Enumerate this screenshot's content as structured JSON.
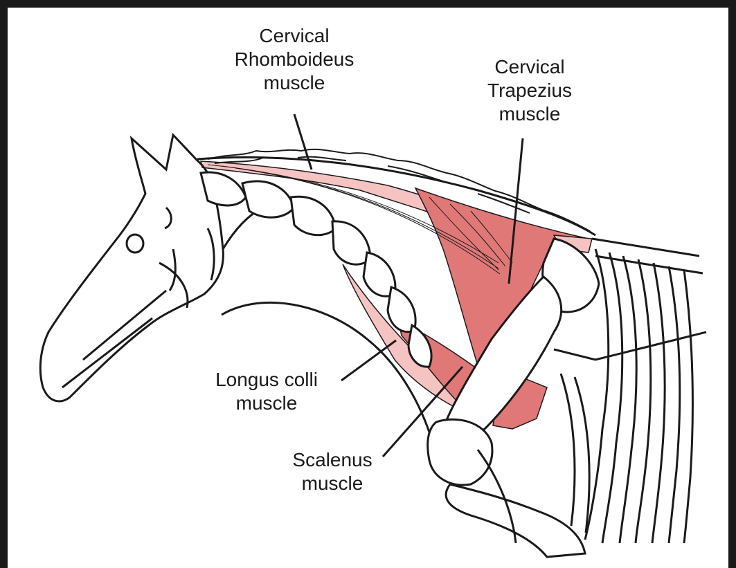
{
  "labels": {
    "rhomboideus": {
      "line1": "Cervical",
      "line2": "Rhomboideus",
      "line3": "muscle"
    },
    "trapezius": {
      "line1": "Cervical",
      "line2": "Trapezius",
      "line3": "muscle"
    },
    "longus_colli": {
      "line1": "Longus colli",
      "line2": "muscle"
    },
    "scalenus": {
      "line1": "Scalenus",
      "line2": "muscle"
    }
  },
  "colors": {
    "muscle_light": "#f6c3c3",
    "muscle_medium": "#ee9a9a",
    "muscle_dark": "#e07878",
    "outline": "#1a1a1a",
    "frame": "#1a1a1a"
  }
}
